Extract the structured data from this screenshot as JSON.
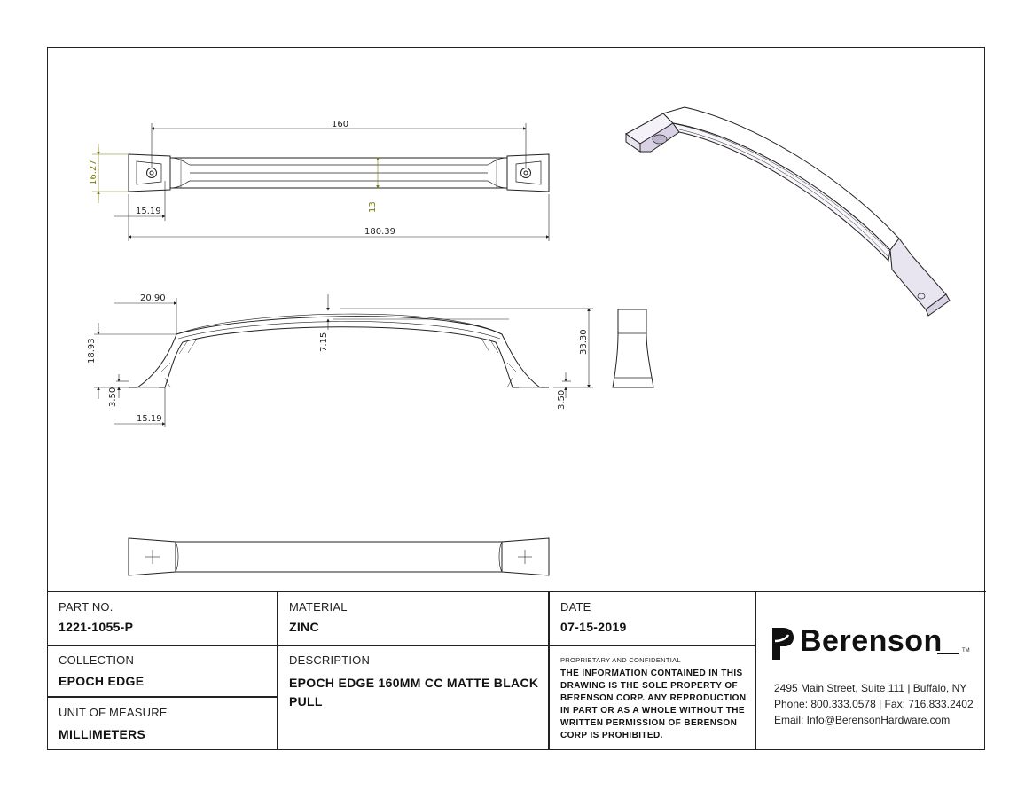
{
  "dimensions": {
    "overall_cc": "160",
    "width_16_27": "16.27",
    "end_15_19_top": "15.19",
    "bar_13": "13",
    "overall_length": "180.39",
    "side_20_90": "20.90",
    "side_18_93": "18.93",
    "side_7_15": "7.15",
    "side_33_30": "33.30",
    "side_3_50_left": "3.50",
    "side_3_50_right": "3.50",
    "side_15_19": "15.19"
  },
  "title_block": {
    "part_no_label": "PART NO.",
    "part_no": "1221-1055-P",
    "material_label": "MATERIAL",
    "material": "ZINC",
    "date_label": "DATE",
    "date": "07-15-2019",
    "collection_label": "COLLECTION",
    "collection": "EPOCH EDGE",
    "description_label": "DESCRIPTION",
    "description": "EPOCH EDGE 160MM CC MATTE BLACK PULL",
    "uom_label": "UNIT OF MEASURE",
    "uom": "MILLIMETERS",
    "proprietary_label": "PROPRIETARY AND CONFIDENTIAL",
    "notice": "THE INFORMATION CONTAINED IN THIS DRAWING IS THE SOLE PROPERTY OF BERENSON CORP. ANY REPRODUCTION IN PART OR AS A WHOLE WITHOUT THE WRITTEN PERMISSION OF BERENSON CORP IS PROHIBITED."
  },
  "company": {
    "name": "Berenson",
    "tm": "TM",
    "address": "2495 Main Street, Suite 111 | Buffalo, NY",
    "phone": "Phone: 800.333.0578 | Fax: 716.833.2402",
    "email": "Email: Info@BerensonHardware.com"
  },
  "colors": {
    "line": "#222222",
    "dimension_accent": "#7a7a10",
    "isometric_fill": "#e8e4f0"
  }
}
